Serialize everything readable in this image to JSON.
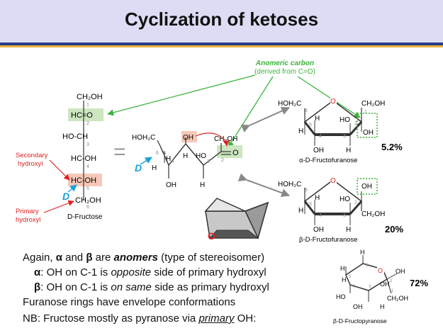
{
  "title": "Cyclization of ketoses",
  "anomeric_label": "Anomeric carbon",
  "anomeric_sub": "(derived from C=O)",
  "labels": {
    "secondary_1": "Secondary",
    "secondary_2": "hydroxyl",
    "primary_1": "Primary",
    "primary_2": "hydroxyl",
    "d_fructose": "D-Fructose",
    "alpha_name": "α-D-Fructofuranose",
    "beta_name": "β-D-Fructofuranose",
    "pyranose_name": "β-D-Fructopyranose",
    "alpha_pct": "5.2%",
    "beta_pct": "20%",
    "pyranose_pct": "72%",
    "d_letter": "D",
    "ring_o": "O"
  },
  "chem": {
    "ch2oh": "CH₂OH",
    "hc_o": "HC=O",
    "ho_ch": "HO-CH",
    "hc_oh": "HC-OH",
    "hoh2c": "HOH₂C",
    "oh": "OH",
    "ho": "HO",
    "h": "H",
    "o": "O",
    "eq": "="
  },
  "nums": {
    "n1": "1",
    "n2": "2",
    "n3": "3",
    "n4": "4",
    "n5": "5",
    "n6": "6"
  },
  "text": {
    "l1_a": "Again, ",
    "l1_alpha": "α",
    "l1_b": " and ",
    "l1_beta": "β",
    "l1_c": " are ",
    "l1_anomers": "anomers",
    "l1_d": " (type of stereoisomer)",
    "l2_sym": "α",
    "l2_a": ": OH on C-1 is ",
    "l2_em": "opposite",
    "l2_b": " side of primary hydroxyl",
    "l3_sym": "β",
    "l3_a": ": OH on C-1 is ",
    "l3_em": "on same",
    "l3_b": " side as primary hydroxyl",
    "l4": "Furanose rings have envelope conformations",
    "l5_a": "NB: Fructose mostly as pyranose via ",
    "l5_em": "primary",
    "l5_b": " OH:"
  },
  "colors": {
    "title_bg": "#dcdcf4",
    "rule_blue": "#2a3a8c",
    "rule_gold": "#e4b43c",
    "green": "#3cb43c",
    "red": "#e02020",
    "blue": "#1a9fdc",
    "green_box": "#cce6c0",
    "red_box": "#f6c8b8"
  }
}
